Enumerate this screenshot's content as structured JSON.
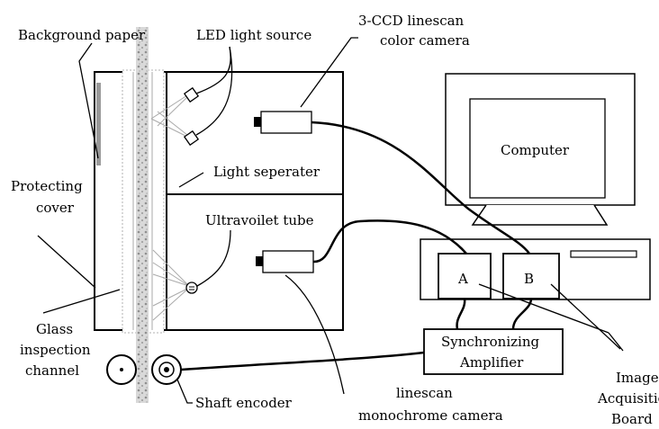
{
  "labels": {
    "background_paper": "Background paper",
    "led_light_source": "LED light source",
    "camera_color_line1": "3-CCD linescan",
    "camera_color_line2": "color camera",
    "protecting_line1": "Protecting",
    "protecting_line2": "cover",
    "light_separater": "Light seperater",
    "ultraviolet_tube": "Ultravoilet tube",
    "computer": "Computer",
    "board_a": "A",
    "board_b": "B",
    "sync_line1": "Synchronizing",
    "sync_line2": "Amplifier",
    "glass_line1": "Glass",
    "glass_line2": "inspection",
    "glass_line3": "channel",
    "shaft_encoder": "Shaft encoder",
    "mono_line1": "linescan",
    "mono_line2": "monochrome camera",
    "image_line1": "Image",
    "image_line2": "Acquisition",
    "image_line3": "Board"
  }
}
